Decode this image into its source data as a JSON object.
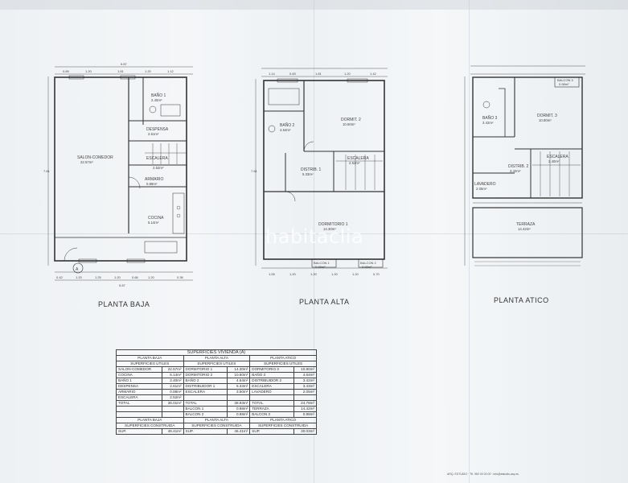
{
  "plans": {
    "baja": {
      "title": "PLANTA BAJA",
      "top_total": "5.87",
      "top_dims": [
        "0.89",
        "1.20",
        "1.81",
        "1.20",
        "1.12"
      ],
      "bottom_dims": [
        "0.42",
        "1.20",
        "1.25",
        "1.20",
        "0.66",
        "1.20",
        "0.36"
      ],
      "bottom_total": "5.87",
      "left_dim": "7.61",
      "marker": "A",
      "rooms": [
        {
          "name": "SALON-COMEDOR",
          "area": "22.57m²"
        },
        {
          "name": "BAÑO 1",
          "area": "2.40m²"
        },
        {
          "name": "DESPENSA",
          "area": "2.61m²"
        },
        {
          "name": "ESCALERA",
          "area": "2.52m²"
        },
        {
          "name": "ARMARIO",
          "area": "0.88m²"
        },
        {
          "name": "COCINA",
          "area": "5.14m²"
        }
      ]
    },
    "alta": {
      "title": "PLANTA ALTA",
      "top_dims": [
        "1.14",
        "0.83",
        "1.81",
        "1.20",
        "1.42"
      ],
      "left_dim": "7.61",
      "bottom_dims": [
        "1.05",
        "1.20",
        "1.20",
        "1.20",
        "1.20",
        "0.70"
      ],
      "rooms": [
        {
          "name": "BAÑO 2",
          "area": "4.64m²"
        },
        {
          "name": "DORMIT. 2",
          "area": "10.60m²"
        },
        {
          "name": "ESCALERA",
          "area": "2.52m²"
        },
        {
          "name": "DISTRIB. 1",
          "area": "5.33m²"
        },
        {
          "name": "DORMITORIO 1",
          "area": "14.30m²"
        },
        {
          "name": "BALCON 1",
          "area": "0.98m²"
        },
        {
          "name": "BALCON 2",
          "area": "0.98m²"
        }
      ]
    },
    "atico": {
      "title": "PLANTA ATICO",
      "rooms": [
        {
          "name": "BAÑO 3",
          "area": "3.42m²"
        },
        {
          "name": "DORMIT. 3",
          "area": "10.80m²"
        },
        {
          "name": "ESCALERA",
          "area": "2.40m²"
        },
        {
          "name": "DISTRIB. 2",
          "area": "3.42m²"
        },
        {
          "name": "LAVADERO",
          "area": "2.05m²"
        },
        {
          "name": "TERRAZA",
          "area": "14.42m²"
        },
        {
          "name": "BALCON 3",
          "area": "0.98m²"
        }
      ]
    }
  },
  "watermark": "habitaclia",
  "table": {
    "title": "SUPERFICIES VIVIENDA",
    "title_marker": "A",
    "levels": [
      "PLANTA BAJA",
      "PLANTA ALTA",
      "PLANTA ATICO"
    ],
    "useful_label": "SUPERFICIES UTILES",
    "built_label": "SUPERFICIES CONSTRUIDA",
    "total_label": "TOTAL",
    "sup_label": "SUP.",
    "baja_rows": [
      {
        "name": "SALON-COMEDOR",
        "area": "22.57m²"
      },
      {
        "name": "COCINA",
        "area": "5.14m²"
      },
      {
        "name": "BAÑO 1",
        "area": "2.40m²"
      },
      {
        "name": "DESPENSA",
        "area": "2.61m²"
      },
      {
        "name": "ARMARIO",
        "area": "0.88m²"
      },
      {
        "name": "ESCALERA",
        "area": "2.52m²"
      }
    ],
    "alta_rows": [
      {
        "name": "DORMITORIO 1",
        "area": "14.30m²"
      },
      {
        "name": "DORMITORIO 2",
        "area": "10.60m²"
      },
      {
        "name": "BAÑO 2",
        "area": "4.64m²"
      },
      {
        "name": "DISTRIBUIDOR 1",
        "area": "5.33m²"
      },
      {
        "name": "ESCALERA",
        "area": "3.50m²"
      }
    ],
    "atico_rows": [
      {
        "name": "DORMITORIO 3",
        "area": "10.80m²"
      },
      {
        "name": "BAÑO 3",
        "area": "4.64m²"
      },
      {
        "name": "DISTRIBUIDOR 2",
        "area": "3.42m²"
      },
      {
        "name": "ESCALERA",
        "area": "3.43m²"
      },
      {
        "name": "LAVADERO",
        "area": "2.05m²"
      }
    ],
    "baja_total": "36.01m²",
    "alta_total": "38.93m²",
    "atico_total": "24.78m²",
    "alta_balcon1": {
      "name": "BALCON 1",
      "area": "0.98m²"
    },
    "alta_balcon2": {
      "name": "BALCON 2",
      "area": "0.98m²"
    },
    "atico_terraza": {
      "name": "TERRAZA",
      "area": "14.42m²"
    },
    "atico_balcon3": {
      "name": "BALCON 3",
      "area": "0.98m²"
    },
    "baja_built": "46.41m²",
    "alta_built": "46.41m²",
    "atico_built": "30.03m²"
  },
  "footer": "ARQ. ESTUDIO · Tlf. 952 00 00 00 · info@estudio-arq.es"
}
